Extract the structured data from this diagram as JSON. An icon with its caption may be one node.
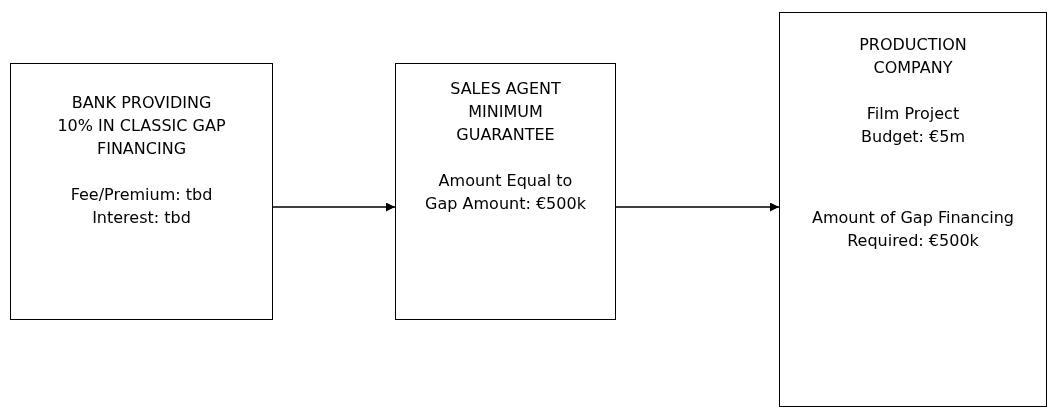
{
  "diagram": {
    "nodes": [
      {
        "text": [
          "BANK PROVIDING 10% IN CLASSIC GAP FINANCING",
          "Fee/Premium: tbd Interest: tbd"
        ]
      },
      {
        "text": [
          "SALES AGENT MINIMUM GUARANTEE",
          "Amount Equal to Gap Amount: €500k"
        ]
      },
      {
        "text": [
          "PRODUCTION COMPANY",
          "Film Project Budget: €5m",
          "Amount of Gap Financing Required: €500k"
        ]
      }
    ],
    "edges": [
      {
        "from": 0,
        "to": 1,
        "arrow": "to"
      },
      {
        "from": 1,
        "to": 2,
        "arrow": "to"
      }
    ]
  }
}
